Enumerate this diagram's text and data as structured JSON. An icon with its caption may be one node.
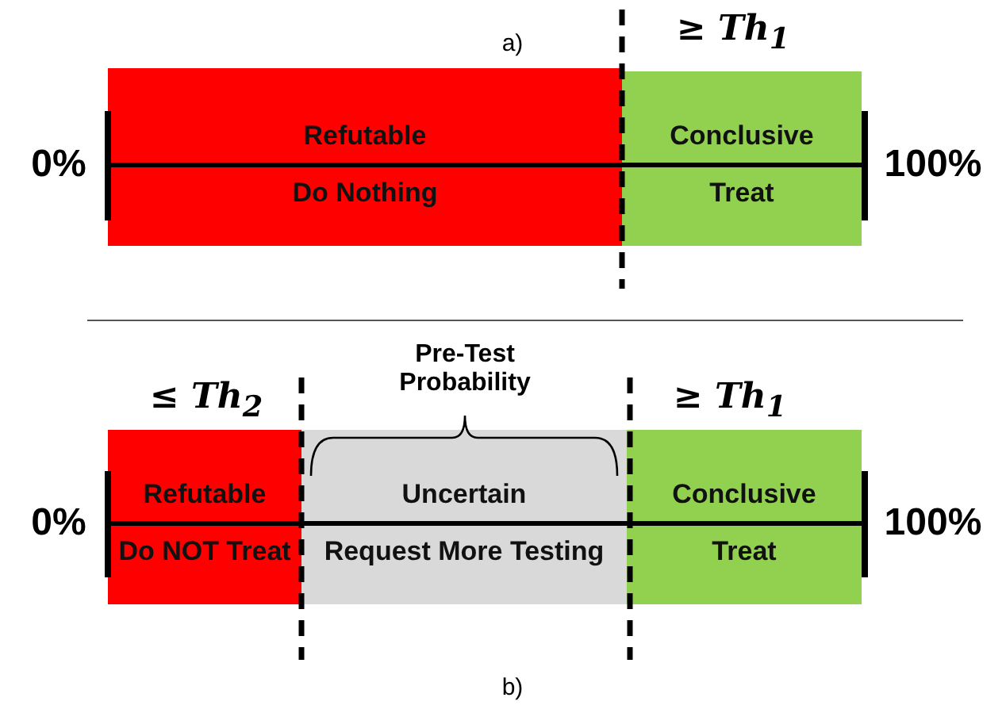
{
  "diagram": {
    "nodes": [
      {
        "text": [
          "Refutable",
          "Do Nothing"
        ]
      },
      {
        "text": [
          "Conclusive",
          "Treat"
        ]
      },
      {
        "text": [
          "Refutable",
          "Do NOT Treat"
        ]
      },
      {
        "text": [
          "Uncertain",
          "Request More Testing"
        ]
      },
      {
        "text": [
          "Conclusive",
          "Treat"
        ]
      }
    ],
    "edges": [],
    "labels": [
      "a)",
      "≥ Th$_{1}$",
      "0%",
      "100%",
      "Pre-Test Probability",
      "≤ Th$_{2}$",
      "≥ Th$_{1}$",
      "0%",
      "100%",
      "b)"
    ]
  }
}
